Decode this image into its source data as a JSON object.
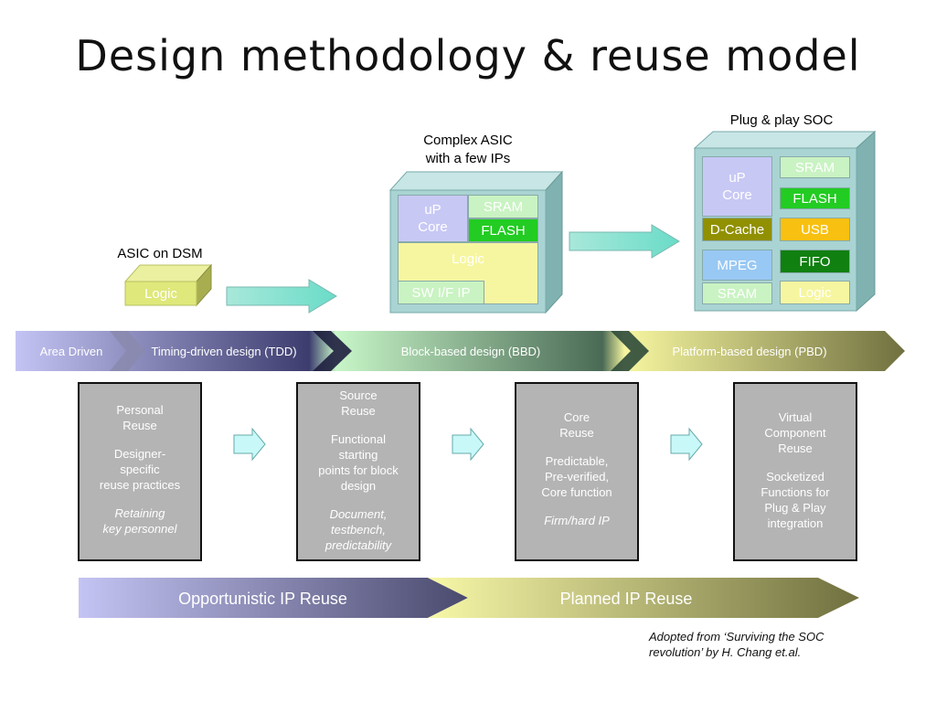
{
  "title": "Design methodology & reuse model",
  "asic_dsm": {
    "label": "ASIC on DSM",
    "logic": "Logic"
  },
  "complex_asic": {
    "label_line1": "Complex ASIC",
    "label_line2": "with a few IPs",
    "up_line1": "uP",
    "up_line2": "Core",
    "sram": "SRAM",
    "flash": "FLASH",
    "logic": "Logic",
    "swif": "SW I/F IP"
  },
  "soc": {
    "label": "Plug & play SOC",
    "up_line1": "uP",
    "up_line2": "Core",
    "sram_top": "SRAM",
    "flash": "FLASH",
    "dcache": "D-Cache",
    "usb": "USB",
    "mpeg": "MPEG",
    "fifo": "FIFO",
    "sram_bottom": "SRAM",
    "logic": "Logic"
  },
  "stages": [
    "Area Driven",
    "Timing-driven design (TDD)",
    "Block-based design (BBD)",
    "Platform-based design (PBD)"
  ],
  "boxes": [
    {
      "l1": "Personal",
      "l2": "Reuse",
      "p1": "Designer-",
      "p2": "specific",
      "p3": "reuse practices",
      "i1": "Retaining",
      "i2": "key personnel"
    },
    {
      "l1": "Source",
      "l2": "Reuse",
      "p1": "Functional",
      "p2": "starting",
      "p3": "points for block",
      "p4": "design",
      "i1": "Document,",
      "i2": "testbench,",
      "i3": "predictability"
    },
    {
      "l1": "Core",
      "l2": "Reuse",
      "p1": "Predictable,",
      "p2": "Pre-verified,",
      "p3": "Core function",
      "i1": "Firm/hard IP"
    },
    {
      "l1": "Virtual",
      "l2": "Component",
      "l3": "Reuse",
      "p1": "Socketized",
      "p2": "Functions for",
      "p3": "Plug & Play",
      "p4": "integration"
    }
  ],
  "ip_reuse": {
    "left": "Opportunistic IP Reuse",
    "right": "Planned IP Reuse"
  },
  "credit": {
    "line1": "Adopted from ‘Surviving the SOC",
    "line2": "revolution’ by H. Chang et.al."
  },
  "colors": {
    "teal_box": "#a9d4d3",
    "sram_green": "#c9f3c2",
    "flash_green": "#22cc22",
    "usb_orange": "#f8c010",
    "fifo_green": "#108010",
    "dcache_olive": "#909000",
    "lavender": "#c8c8f5",
    "light_yellow": "#f6f6a0",
    "gray_box": "#b4b4b4"
  }
}
